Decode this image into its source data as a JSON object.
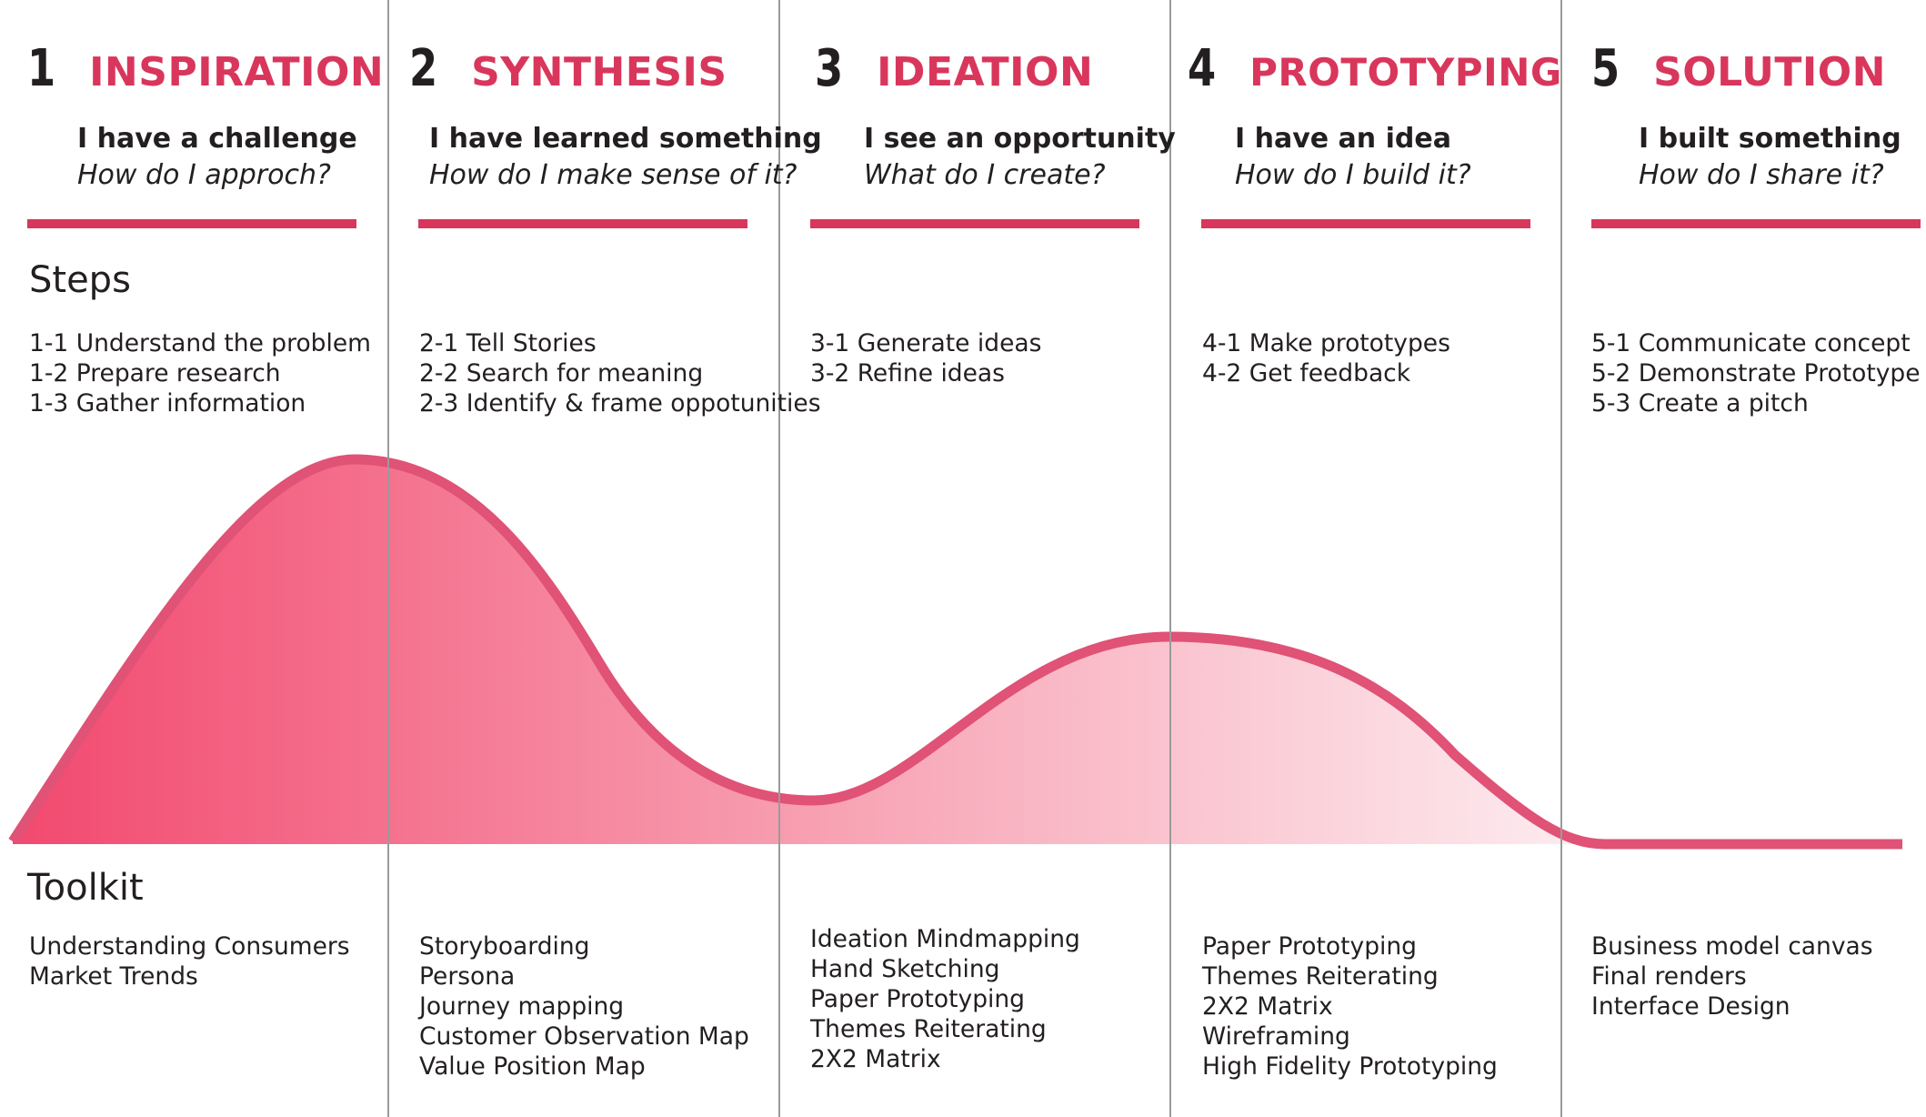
{
  "sections": {
    "steps_label": "Steps",
    "toolkit_label": "Toolkit"
  },
  "colors": {
    "accent": "#d9365c",
    "text": "#231f20",
    "divider": "#9a9a9a"
  },
  "curve_stroke_color": "#e05276",
  "phases": [
    {
      "number": "1",
      "title": "INSPIRATION",
      "statement": "I have a challenge",
      "question": "How do I approch?",
      "steps": [
        "1-1 Understand the problem",
        "1-2 Prepare research",
        "1-3 Gather information"
      ],
      "toolkit": [
        "Understanding Consumers",
        "Market Trends"
      ]
    },
    {
      "number": "2",
      "title": "SYNTHESIS",
      "statement": "I have learned something",
      "question": "How do I make sense of it?",
      "steps": [
        "2-1 Tell Stories",
        "2-2 Search for meaning",
        "2-3 Identify & frame oppotunities"
      ],
      "toolkit": [
        "Storyboarding",
        "Persona",
        "Journey mapping",
        "Customer Observation Map",
        "Value Position Map"
      ]
    },
    {
      "number": "3",
      "title": "IDEATION",
      "statement": "I see an opportunity",
      "question": "What do I create?",
      "steps": [
        "3-1 Generate ideas",
        "3-2 Refine ideas"
      ],
      "toolkit": [
        "Ideation Mindmapping",
        "Hand Sketching",
        "Paper Prototyping",
        "Themes Reiterating",
        "2X2 Matrix"
      ]
    },
    {
      "number": "4",
      "title": "PROTOTYPING",
      "statement": "I have an idea",
      "question": "How do I build it?",
      "steps": [
        "4-1 Make prototypes",
        "4-2 Get feedback"
      ],
      "toolkit": [
        "Paper Prototyping",
        "Themes Reiterating",
        "2X2 Matrix",
        "Wireframing",
        "High Fidelity Prototyping"
      ]
    },
    {
      "number": "5",
      "title": "SOLUTION",
      "statement": "I built something",
      "question": "How do I share it?",
      "steps": [
        "5-1 Communicate concept",
        "5-2 Demonstrate Prototype",
        "5-3 Create a pitch"
      ],
      "toolkit": [
        "Business model canvas",
        "Final renders",
        "Interface Design"
      ]
    }
  ]
}
